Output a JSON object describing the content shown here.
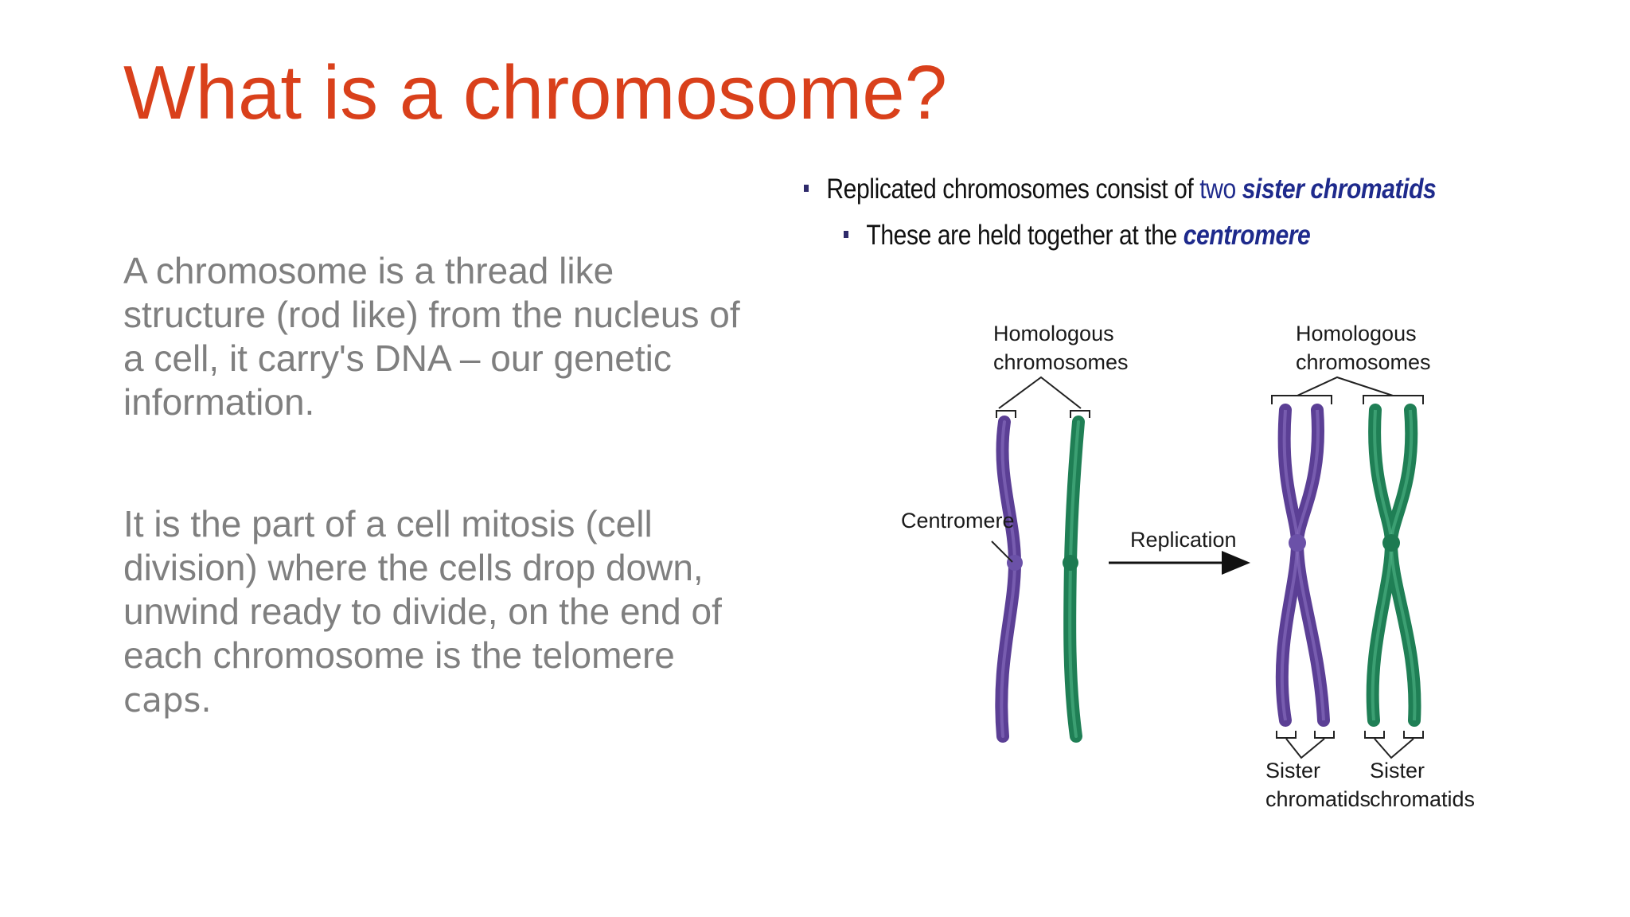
{
  "slide": {
    "title": "What is a chromosome?",
    "paragraph1": "A chromosome is a thread like structure (rod like) from the nucleus of a cell, it carry's DNA – our genetic information.",
    "paragraph2_main": "It is the part of a cell mitosis (cell division) where the cells drop down, unwind ready to divide, on the end of each chromosome is the telomere ",
    "paragraph2_tail": "caps."
  },
  "figure": {
    "bullet1_prefix": "Replicated chromosomes consist of",
    "bullet1_two": " two ",
    "bullet1_term": "sister chromatids",
    "bullet2_prefix": "These are held together at the ",
    "bullet2_term": "centromere",
    "label_homologous_left_1": "Homologous",
    "label_homologous_left_2": "chromosomes",
    "label_homologous_right_1": "Homologous",
    "label_homologous_right_2": "chromosomes",
    "label_centromere": "Centromere",
    "label_replication": "Replication",
    "label_sister_left_1": "Sister",
    "label_sister_left_2": "chromatids",
    "label_sister_right_1": "Sister",
    "label_sister_right_2": "chromatids",
    "colors": {
      "purple": "#5b3f95",
      "green": "#1f7f55",
      "title": "#d9401b",
      "body": "#7f7f7f",
      "term": "#1e2a8c"
    }
  }
}
